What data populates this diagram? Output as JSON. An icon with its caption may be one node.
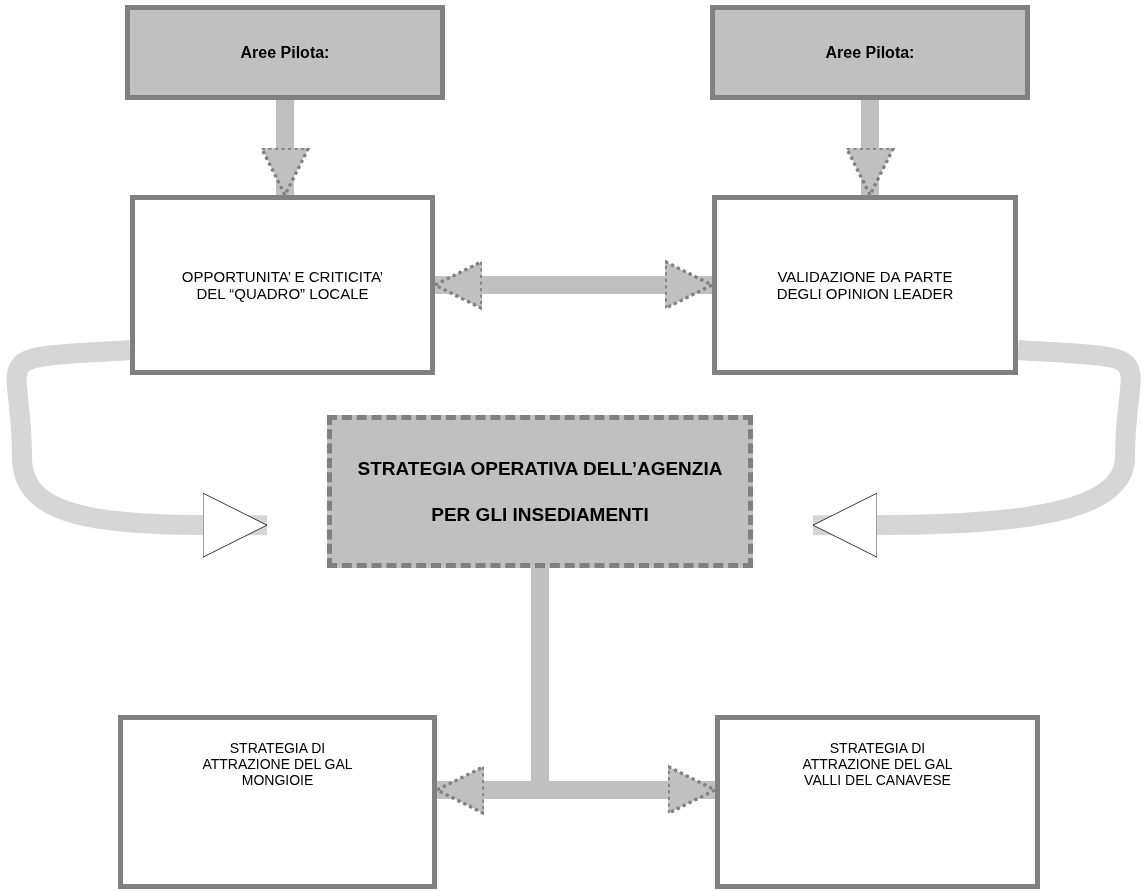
{
  "diagram": {
    "nodes": [
      {
        "text": [
          "Aree Pilota:"
        ]
      },
      {
        "text": [
          "Aree Pilota:"
        ]
      },
      {
        "text": [
          "OPPORTUNITA’ E CRITICITA’ DEL “QUADRO” LOCALE"
        ]
      },
      {
        "text": [
          "VALIDAZIONE  DA PARTE DEGLI OPINION LEADER"
        ]
      },
      {
        "text": [
          "STRATEGIA OPERATIVA DELL’AGENZIA PER GLI INSEDIAMENTI"
        ]
      },
      {
        "text": [
          "STRATEGIA DI ATTRAZIONE DEL GAL MONGIOIE"
        ]
      },
      {
        "text": [
          "STRATEGIA DI ATTRAZIONE DEL GAL VALLI DEL CANAVESE"
        ]
      }
    ],
    "edges": [
      {
        "from": 0,
        "to": 2,
        "arrow": "to"
      },
      {
        "from": 1,
        "to": 3,
        "arrow": "to"
      },
      {
        "from": 2,
        "to": 3,
        "arrow": "both"
      },
      {
        "from": 2,
        "to": 4,
        "arrow": "to"
      },
      {
        "from": 3,
        "to": 4,
        "arrow": "to"
      },
      {
        "from": 4,
        "to": 5,
        "arrow": "to"
      },
      {
        "from": 4,
        "to": 6,
        "arrow": "to"
      }
    ]
  }
}
